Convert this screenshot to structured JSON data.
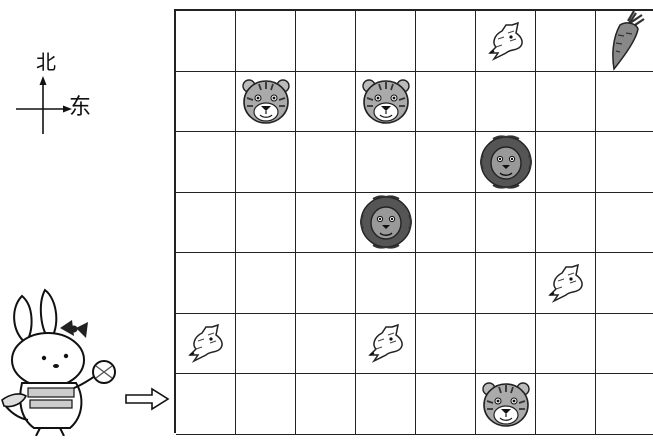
{
  "compass": {
    "north": "北",
    "east": "东"
  },
  "board": {
    "rows": 7,
    "cols": 8,
    "start": {
      "row": 7,
      "side": "left"
    },
    "cells": [
      [
        "",
        "",
        "",
        "",
        "",
        "wolf",
        "",
        "carrot"
      ],
      [
        "",
        "tiger",
        "",
        "tiger",
        "",
        "",
        "",
        ""
      ],
      [
        "",
        "",
        "",
        "",
        "",
        "lion",
        "",
        ""
      ],
      [
        "",
        "",
        "",
        "lion",
        "",
        "",
        "",
        ""
      ],
      [
        "",
        "",
        "",
        "",
        "",
        "",
        "wolf",
        ""
      ],
      [
        "wolf",
        "",
        "",
        "wolf",
        "",
        "",
        "",
        ""
      ],
      [
        "",
        "",
        "",
        "",
        "",
        "tiger",
        "",
        ""
      ]
    ]
  },
  "icons": {
    "wolf": "wolf-icon",
    "tiger": "tiger-icon",
    "lion": "lion-icon",
    "carrot": "carrot-icon",
    "bunny": "bunny-icon",
    "arrow": "start-arrow-icon"
  }
}
